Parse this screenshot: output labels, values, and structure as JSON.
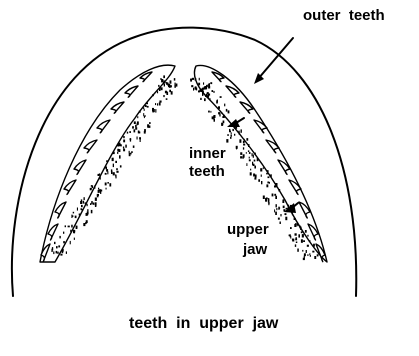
{
  "labels": {
    "outer_teeth": "outer  teeth",
    "inner_teeth_line1": "inner",
    "inner_teeth_line2": "teeth",
    "upper_jaw_line1": "upper",
    "upper_jaw_line2": "jaw"
  },
  "caption": "teeth  in  upper  jaw"
}
